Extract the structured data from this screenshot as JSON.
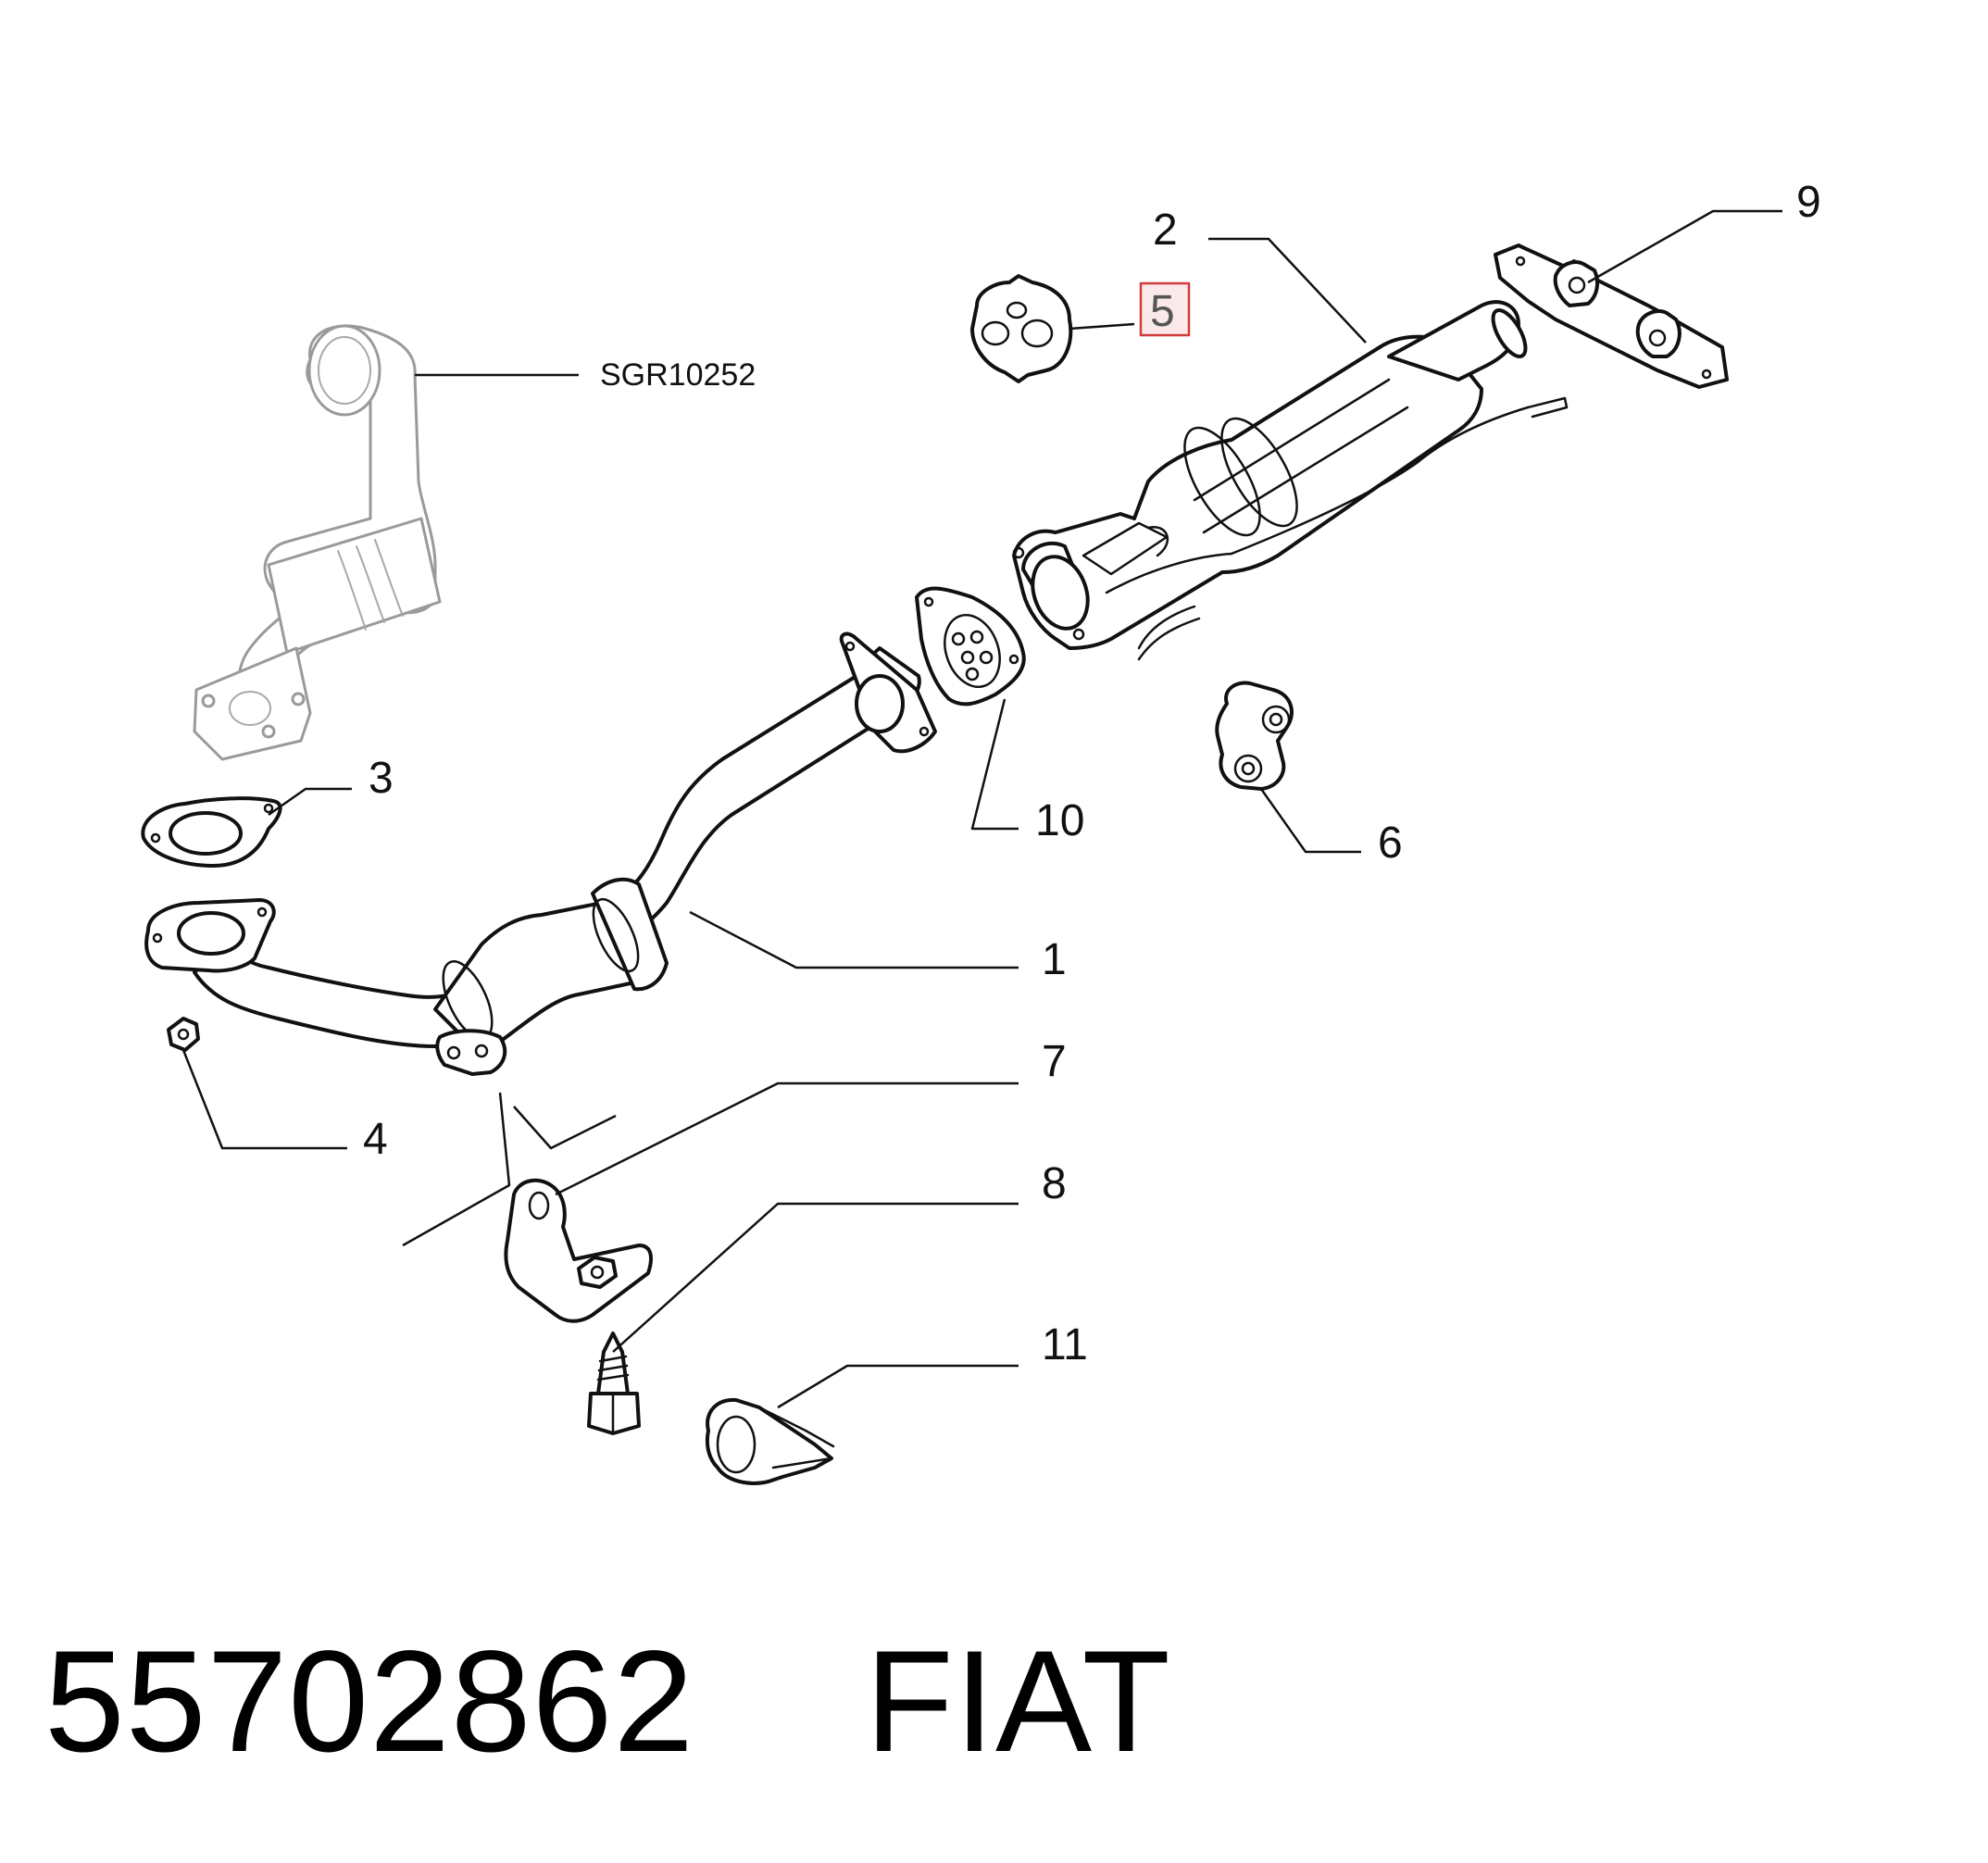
{
  "callouts": {
    "c1": "1",
    "c2": "2",
    "c3": "3",
    "c4": "4",
    "c5": "5",
    "c6": "6",
    "c7": "7",
    "c8": "8",
    "c9": "9",
    "c10": "10",
    "c11": "11",
    "ref": "SGR10252"
  },
  "highlighted_callout": "5",
  "footer": {
    "part_number": "55702862",
    "brand": "FIAT"
  },
  "colors": {
    "line": "#111111",
    "reference_part": "#9a9a9a",
    "highlight_border": "#d23b3b",
    "highlight_fill": "#fbe9e9"
  }
}
